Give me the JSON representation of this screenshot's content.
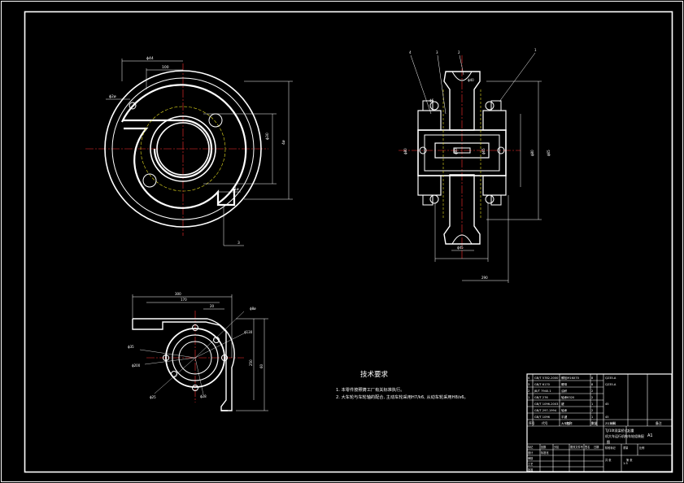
{
  "colors": {
    "background": "#000000",
    "line": "#ffffff",
    "centerline": "#ff3030",
    "hidden": "#e8e020"
  },
  "requirements": {
    "title": "技术要求",
    "lines": [
      "1. 本零件按照铸工厂有关标准执行。",
      "2. 大车轮与车轮轴的配合, 主动车轮采用H7/k6, 从动车轮采用H8/s6。"
    ]
  },
  "views": {
    "top_left": {
      "dims": [
        "ϕ44",
        "100",
        "ϕ2ø",
        "ϕ30",
        "4ø",
        "ϕ1ø",
        "3"
      ]
    },
    "right": {
      "dims": [
        "4",
        "3",
        "2",
        "1",
        "ϕ6",
        "ϕ80",
        "ϕ60",
        "ϕ65",
        "ϕ40",
        "ϕ45",
        "ϕ80",
        "ϕ65",
        "290"
      ]
    },
    "bottom": {
      "dims": [
        "300",
        "170",
        "20",
        "ϕ8ø",
        "ϕ130",
        "ϕ35",
        "ϕ200",
        "ϕ25",
        "ϕ28",
        "250",
        "60"
      ]
    }
  },
  "title_block": {
    "parts_rows": [
      [
        "4",
        "GB/T 5782-2000",
        "螺栓M16X70",
        "8",
        "Q235-A",
        ""
      ],
      [
        "3",
        "GB/T 6170",
        "螺母",
        "8",
        "Q235-A",
        ""
      ],
      [
        "2",
        "JB/T 7940.1",
        "油杯",
        "2",
        "",
        ""
      ],
      [
        "1",
        "GB/T 276",
        "轴承6320",
        "2",
        "",
        ""
      ],
      [
        "",
        "GB/T 1096-2003",
        "键",
        "1",
        "45",
        ""
      ],
      [
        "",
        "GB/T 297-1994",
        "轴承",
        "2",
        "",
        ""
      ],
      [
        "",
        "GB/T 1096",
        "平键",
        "1",
        "45",
        ""
      ],
      [
        "",
        "",
        "大车轮",
        "1",
        "ZG340",
        ""
      ]
    ],
    "header": [
      "序号",
      "代号",
      "名称",
      "数量",
      "材料",
      "备注"
    ],
    "drawing_title": "TJ/10t双梁桥式起重机大车运行机构车轮组装配图",
    "sheet_size": "A1",
    "scale": "1:5",
    "sign_row": [
      "标记",
      "处数",
      "分区",
      "更改文件号",
      "签名",
      "日期"
    ],
    "sign_row2": [
      "设计",
      "标准化",
      "阶段标记",
      "重量",
      "比例"
    ],
    "roles": [
      "审核",
      "工艺",
      "批准"
    ],
    "sheet_info": [
      "共 张",
      "第 张"
    ]
  }
}
